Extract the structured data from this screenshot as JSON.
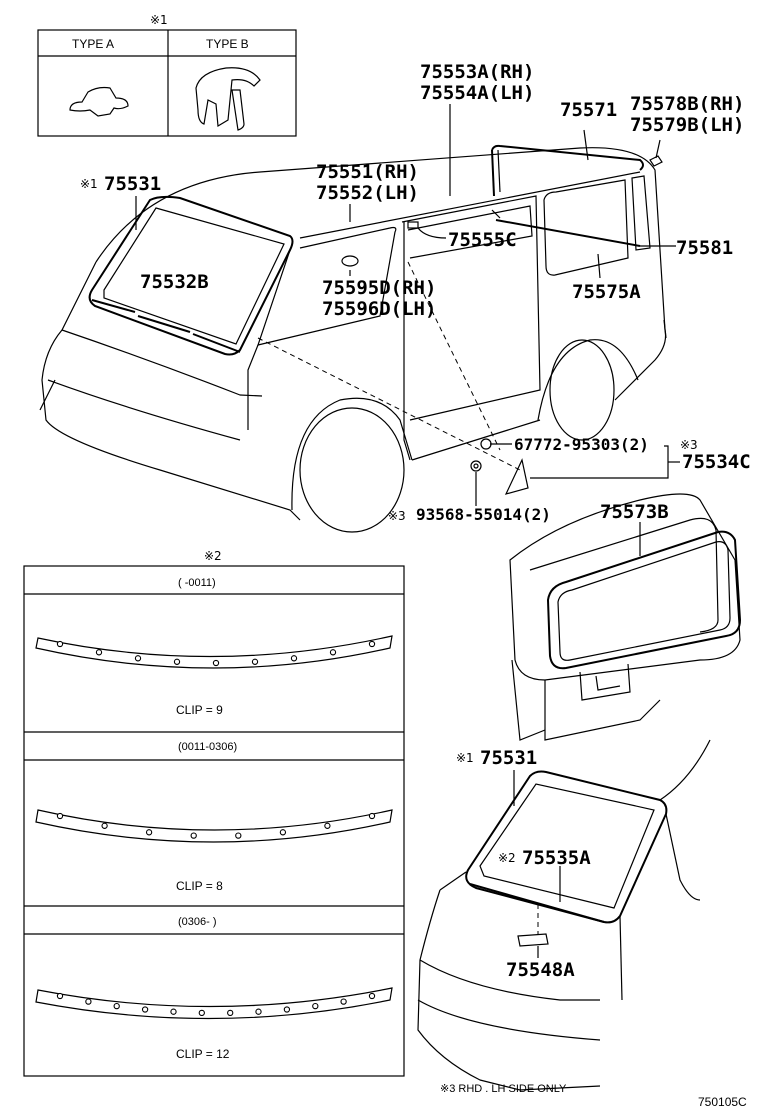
{
  "figure_code": "750105C",
  "type_box": {
    "mark": "※1",
    "type_a": "TYPE A",
    "type_b": "TYPE B"
  },
  "parts": {
    "p75553a": "75553A(RH)",
    "p75554a": "75554A(LH)",
    "p75571": "75571",
    "p75578b": "75578B(RH)",
    "p75579b": "75579B(LH)",
    "p75531_top_mark": "※1",
    "p75531_top": "75531",
    "p75551": "75551(RH)",
    "p75552": "75552(LH)",
    "p75555c": "75555C",
    "p75581": "75581",
    "p75532b": "75532B",
    "p75595d": "75595D(RH)",
    "p75596d": "75596D(LH)",
    "p75575a": "75575A",
    "p67772": "67772-95303(2)",
    "p75534c_mark": "※3",
    "p75534c": "75534C",
    "p93568_mark": "※3",
    "p93568": "93568-55014(2)",
    "p75573b": "75573B",
    "p75531_bottom_mark": "※1",
    "p75531_bottom": "75531",
    "p75535a_mark": "※2",
    "p75535a": "75535A",
    "p75548a": "75548A"
  },
  "clip_table": {
    "mark": "※2",
    "sections": [
      {
        "period": "(      -0011)",
        "clip": "CLIP = 9",
        "clip_count": 9
      },
      {
        "period": "(0011-0306)",
        "clip": "CLIP = 8",
        "clip_count": 8
      },
      {
        "period": "(0306-      )",
        "clip": "CLIP = 12",
        "clip_count": 12
      }
    ]
  },
  "footnote": "※3 RHD . LH SIDE ONLY"
}
